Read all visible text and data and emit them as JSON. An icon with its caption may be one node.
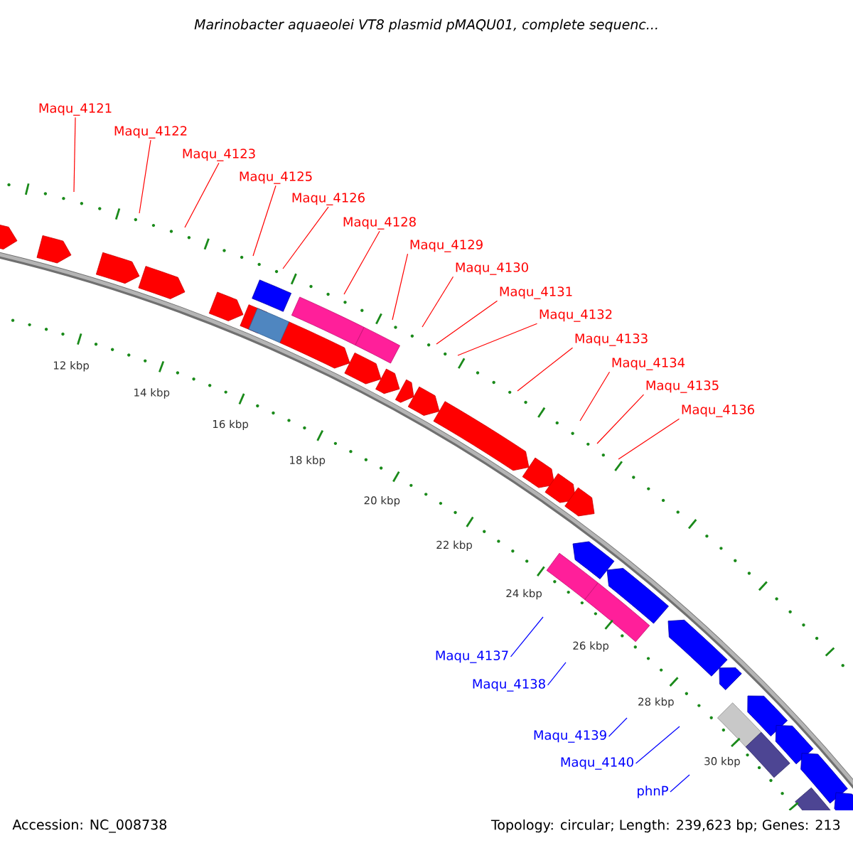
{
  "diagram": {
    "title": "Marinobacter aquaeolei VT8 plasmid pMAQU01, complete sequenc...",
    "nodes": [
      {
        "text": [
          "Maqu_4121"
        ]
      },
      {
        "text": [
          "Maqu_4122"
        ]
      },
      {
        "text": [
          "Maqu_4123"
        ]
      },
      {
        "text": [
          "Maqu_4125"
        ]
      },
      {
        "text": [
          "Maqu_4126"
        ]
      },
      {
        "text": [
          "Maqu_4128"
        ]
      },
      {
        "text": [
          "Maqu_4129"
        ]
      },
      {
        "text": [
          "Maqu_4130"
        ]
      },
      {
        "text": [
          "Maqu_4131"
        ]
      },
      {
        "text": [
          "Maqu_4132"
        ]
      },
      {
        "text": [
          "Maqu_4133"
        ]
      },
      {
        "text": [
          "Maqu_4134"
        ]
      },
      {
        "text": [
          "Maqu_4135"
        ]
      },
      {
        "text": [
          "Maqu_4136"
        ]
      },
      {
        "text": [
          "Maqu_4137"
        ]
      },
      {
        "text": [
          "Maqu_4138"
        ]
      },
      {
        "text": [
          "Maqu_4139"
        ]
      },
      {
        "text": [
          "Maqu_4140"
        ]
      },
      {
        "text": [
          "phnP"
        ]
      }
    ],
    "edges": [
      {
        "from": 0,
        "to": null,
        "arrow": "none"
      },
      {
        "from": 1,
        "to": null,
        "arrow": "none"
      },
      {
        "from": 2,
        "to": null,
        "arrow": "none"
      },
      {
        "from": 3,
        "to": null,
        "arrow": "none"
      },
      {
        "from": 4,
        "to": null,
        "arrow": "none"
      },
      {
        "from": 5,
        "to": null,
        "arrow": "none"
      },
      {
        "from": 6,
        "to": null,
        "arrow": "none"
      },
      {
        "from": 7,
        "to": null,
        "arrow": "none"
      },
      {
        "from": 8,
        "to": null,
        "arrow": "none"
      },
      {
        "from": 9,
        "to": null,
        "arrow": "none"
      },
      {
        "from": 10,
        "to": null,
        "arrow": "none"
      },
      {
        "from": 11,
        "to": null,
        "arrow": "none"
      },
      {
        "from": 12,
        "to": null,
        "arrow": "none"
      },
      {
        "from": 13,
        "to": null,
        "arrow": "none"
      },
      {
        "from": 14,
        "to": null,
        "arrow": "none",
        "color": "#0000ff"
      },
      {
        "from": 15,
        "to": null,
        "arrow": "none",
        "color": "#0000ff"
      },
      {
        "from": 16,
        "to": null,
        "arrow": "none",
        "color": "#0000ff"
      },
      {
        "from": 17,
        "to": null,
        "arrow": "none",
        "color": "#0000ff"
      },
      {
        "from": 18,
        "to": null,
        "arrow": "none",
        "color": "#0000ff"
      }
    ],
    "labels": [
      "12 kbp",
      "14 kbp",
      "16 kbp",
      "18 kbp",
      "20 kbp",
      "22 kbp",
      "24 kbp",
      "26 kbp",
      "28 kbp",
      "30 kbp",
      "Accession: NC_008738",
      "Topology: circular; Length: 239,623 bp; Genes: 213"
    ]
  }
}
